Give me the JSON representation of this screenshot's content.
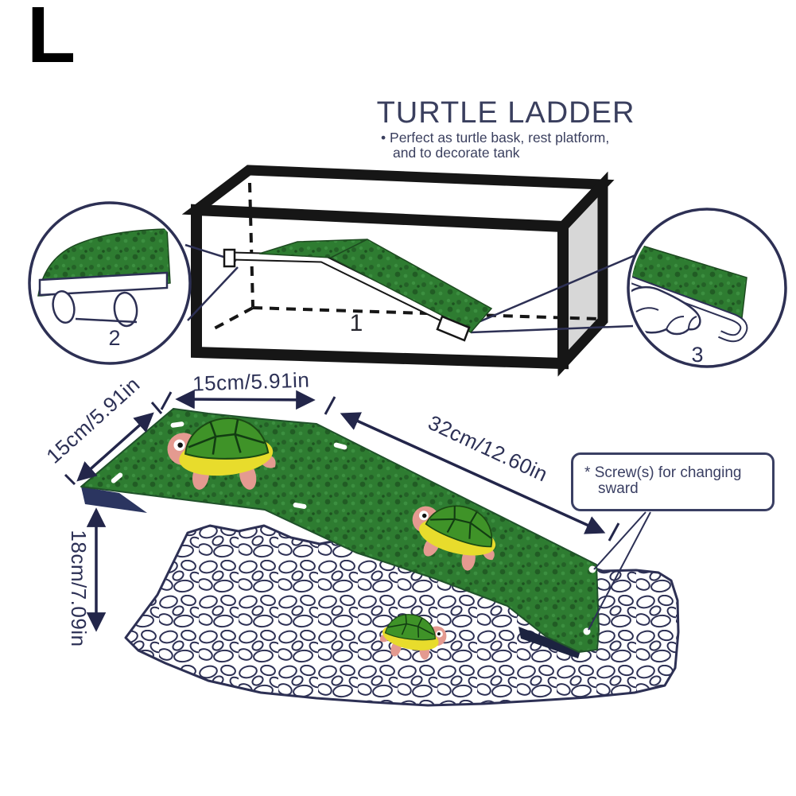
{
  "page": {
    "size_label": "L"
  },
  "header": {
    "title": "TURTLE LADDER",
    "bullet": "•",
    "subtitle_line1": "Perfect as turtle bask, rest platform,",
    "subtitle_line2": "and to decorate tank"
  },
  "figure": {
    "part_labels": {
      "assembly": "1",
      "suction_detail": "2",
      "hand_detail": "3"
    }
  },
  "dimensions": {
    "platform_width_top": "15cm/5.91in",
    "platform_width_left": "15cm/5.91in",
    "ramp_length": "32cm/12.60in",
    "height": "18cm/7.09in"
  },
  "callout": {
    "marker": "*",
    "line1": "Screw(s) for changing",
    "line2": "sward"
  },
  "colors": {
    "outline_navy": "#2d3054",
    "text_navy": "#3a3f5e",
    "dimension_navy": "#23264a",
    "grass_green": "#2e7c31",
    "grass_dark": "#215c24",
    "turtle_shell_green": "#3f9328",
    "turtle_rim_yellow": "#e8dc2c",
    "turtle_skin_pink": "#e49a90",
    "tank_black": "#161616",
    "tank_side_gray": "#d7d7d7"
  }
}
